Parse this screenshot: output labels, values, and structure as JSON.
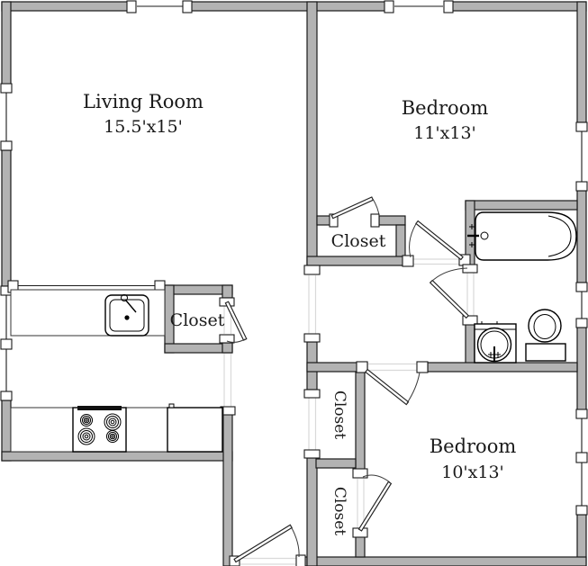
{
  "rooms": {
    "living_room": {
      "name": "Living Room",
      "dims": "15.5'x15'"
    },
    "bedroom_1": {
      "name": "Bedroom",
      "dims": "11'x13'"
    },
    "bedroom_2": {
      "name": "Bedroom",
      "dims": "10'x13'"
    }
  },
  "closets": {
    "kitchen": {
      "label": "Closet"
    },
    "bedroom_1": {
      "label": "Closet"
    },
    "hall_upper": {
      "label": "Closet"
    },
    "hall_lower": {
      "label": "Closet"
    }
  },
  "fixtures": {
    "bathtub": "bathtub-icon",
    "bathroom_sink": "round-sink-icon",
    "toilet": "toilet-icon",
    "kitchen_sink": "kitchen-sink-icon",
    "stove": "stove-burners-icon",
    "dishwasher": "dishwasher-icon"
  },
  "colors": {
    "wall_fill": "#b3b3b3",
    "outline": "#1a1a1a",
    "door_arc": "#3a3a3a",
    "threshold": "#d9d9d9",
    "background": "#ffffff",
    "text": "#1a1a1a"
  }
}
